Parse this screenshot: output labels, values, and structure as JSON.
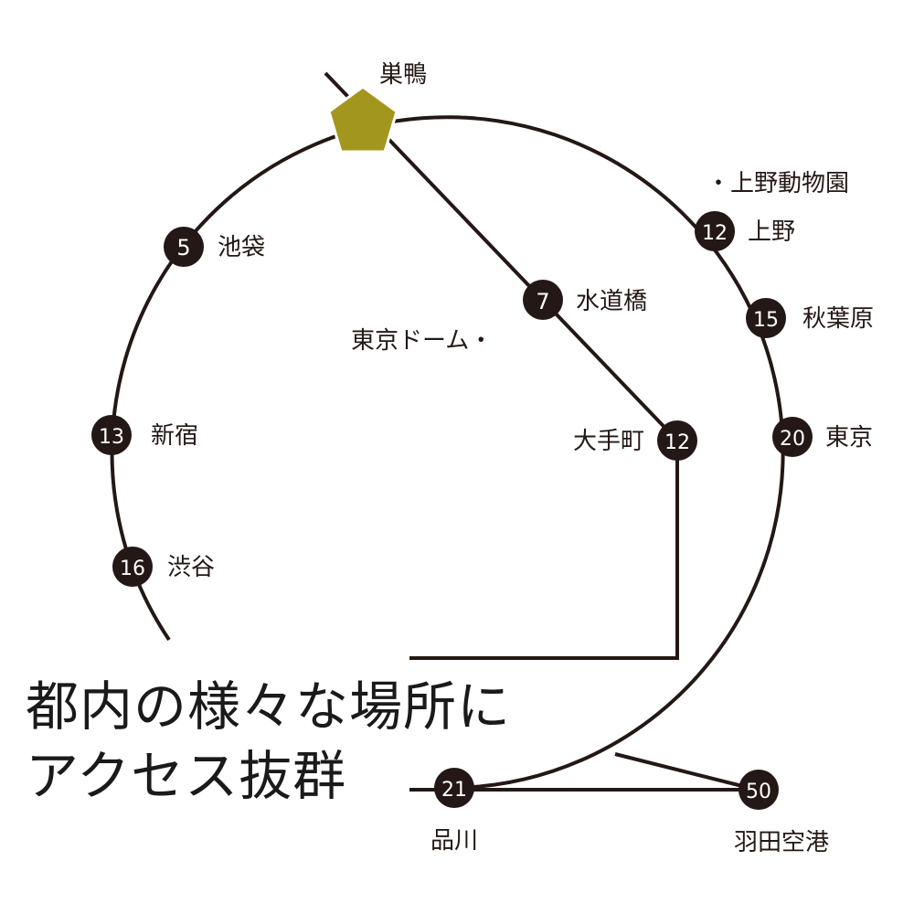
{
  "colors": {
    "line": "#231815",
    "badge_fill": "#231815",
    "badge_text": "#ffffff",
    "label": "#231815",
    "home_star": "#a3961e"
  },
  "home": {
    "label": "巣鴨",
    "icon": "star-icon"
  },
  "stations": {
    "ikebukuro": {
      "minutes": "5",
      "label": "池袋"
    },
    "shinjuku": {
      "minutes": "13",
      "label": "新宿"
    },
    "shibuya": {
      "minutes": "16",
      "label": "渋谷"
    },
    "shinagawa": {
      "minutes": "21",
      "label": "品川"
    },
    "haneda": {
      "minutes": "50",
      "label": "羽田空港"
    },
    "ueno": {
      "minutes": "12",
      "label": "上野"
    },
    "akihabara": {
      "minutes": "15",
      "label": "秋葉原"
    },
    "tokyo": {
      "minutes": "20",
      "label": "東京"
    },
    "suidobashi": {
      "minutes": "7",
      "label": "水道橋"
    },
    "otemachi": {
      "minutes": "12",
      "label": "大手町"
    }
  },
  "landmarks": {
    "ueno_zoo": "・上野動物園",
    "tokyo_dome": "東京ドーム・"
  },
  "headline": {
    "line1": "都内の様々な場所に",
    "line2": "アクセス抜群"
  }
}
